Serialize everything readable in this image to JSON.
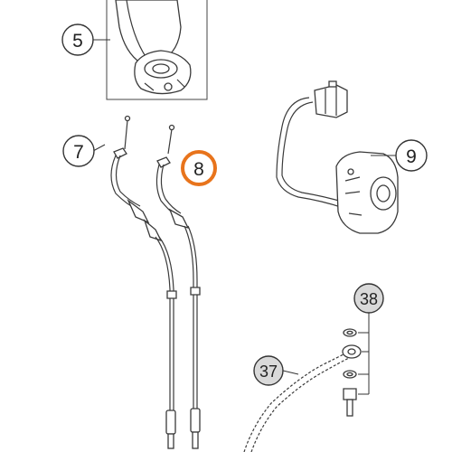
{
  "callouts": {
    "c5": "5",
    "c7": "7",
    "c8": "8",
    "c9": "9",
    "c37": "37",
    "c38": "38"
  },
  "highlight_color": "#e8741c"
}
